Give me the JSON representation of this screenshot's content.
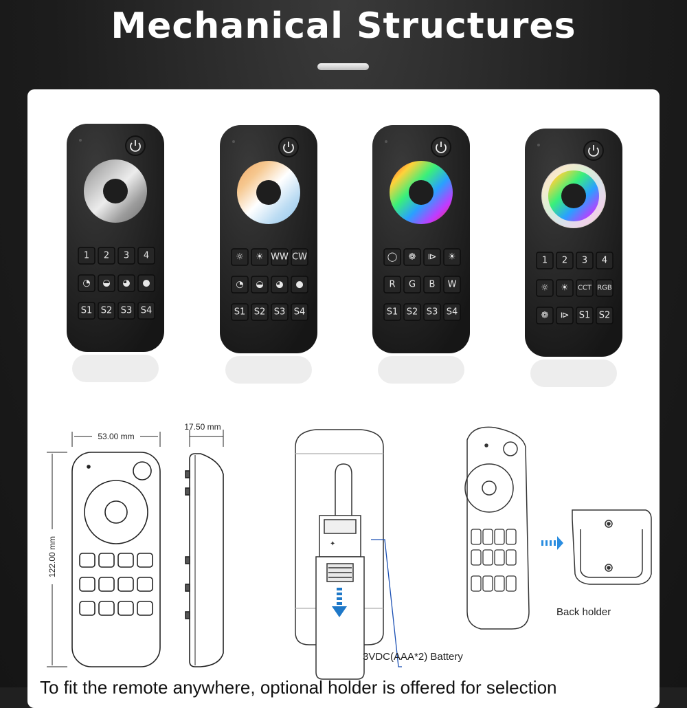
{
  "header": {
    "title": "Mechanical Structures"
  },
  "remotes": [
    {
      "id": "dim",
      "wheel": "grayscale",
      "rows": [
        [
          "1",
          "2",
          "3",
          "4"
        ],
        [
          "◔",
          "◒",
          "◕",
          "●"
        ],
        [
          "S1",
          "S2",
          "S3",
          "S4"
        ]
      ]
    },
    {
      "id": "cct",
      "wheel": "warm-cool",
      "rows": [
        [
          "☼",
          "☀",
          "WW",
          "CW"
        ],
        [
          "◔",
          "◒",
          "◕",
          "●"
        ],
        [
          "S1",
          "S2",
          "S3",
          "S4"
        ]
      ]
    },
    {
      "id": "rgbw",
      "wheel": "rainbow",
      "rows": [
        [
          "◯",
          "❁",
          "⧐",
          "☀"
        ],
        [
          "R",
          "G",
          "B",
          "W"
        ],
        [
          "S1",
          "S2",
          "S3",
          "S4"
        ]
      ]
    },
    {
      "id": "rgb-cct",
      "wheel": "rainbow-white-ring",
      "rows": [
        [
          "1",
          "2",
          "3",
          "4"
        ],
        [
          "☼",
          "☀",
          "CCT",
          "RGB"
        ],
        [
          "❁",
          "⧐",
          "S1",
          "S2"
        ]
      ]
    }
  ],
  "dimensions": {
    "width": "53.00 mm",
    "height": "122.00 mm",
    "depth": "17.50 mm"
  },
  "labels": {
    "battery": "3VDC(AAA*2) Battery",
    "back_holder": "Back holder"
  },
  "caption": "To fit the remote anywhere, optional holder is offered for selection"
}
